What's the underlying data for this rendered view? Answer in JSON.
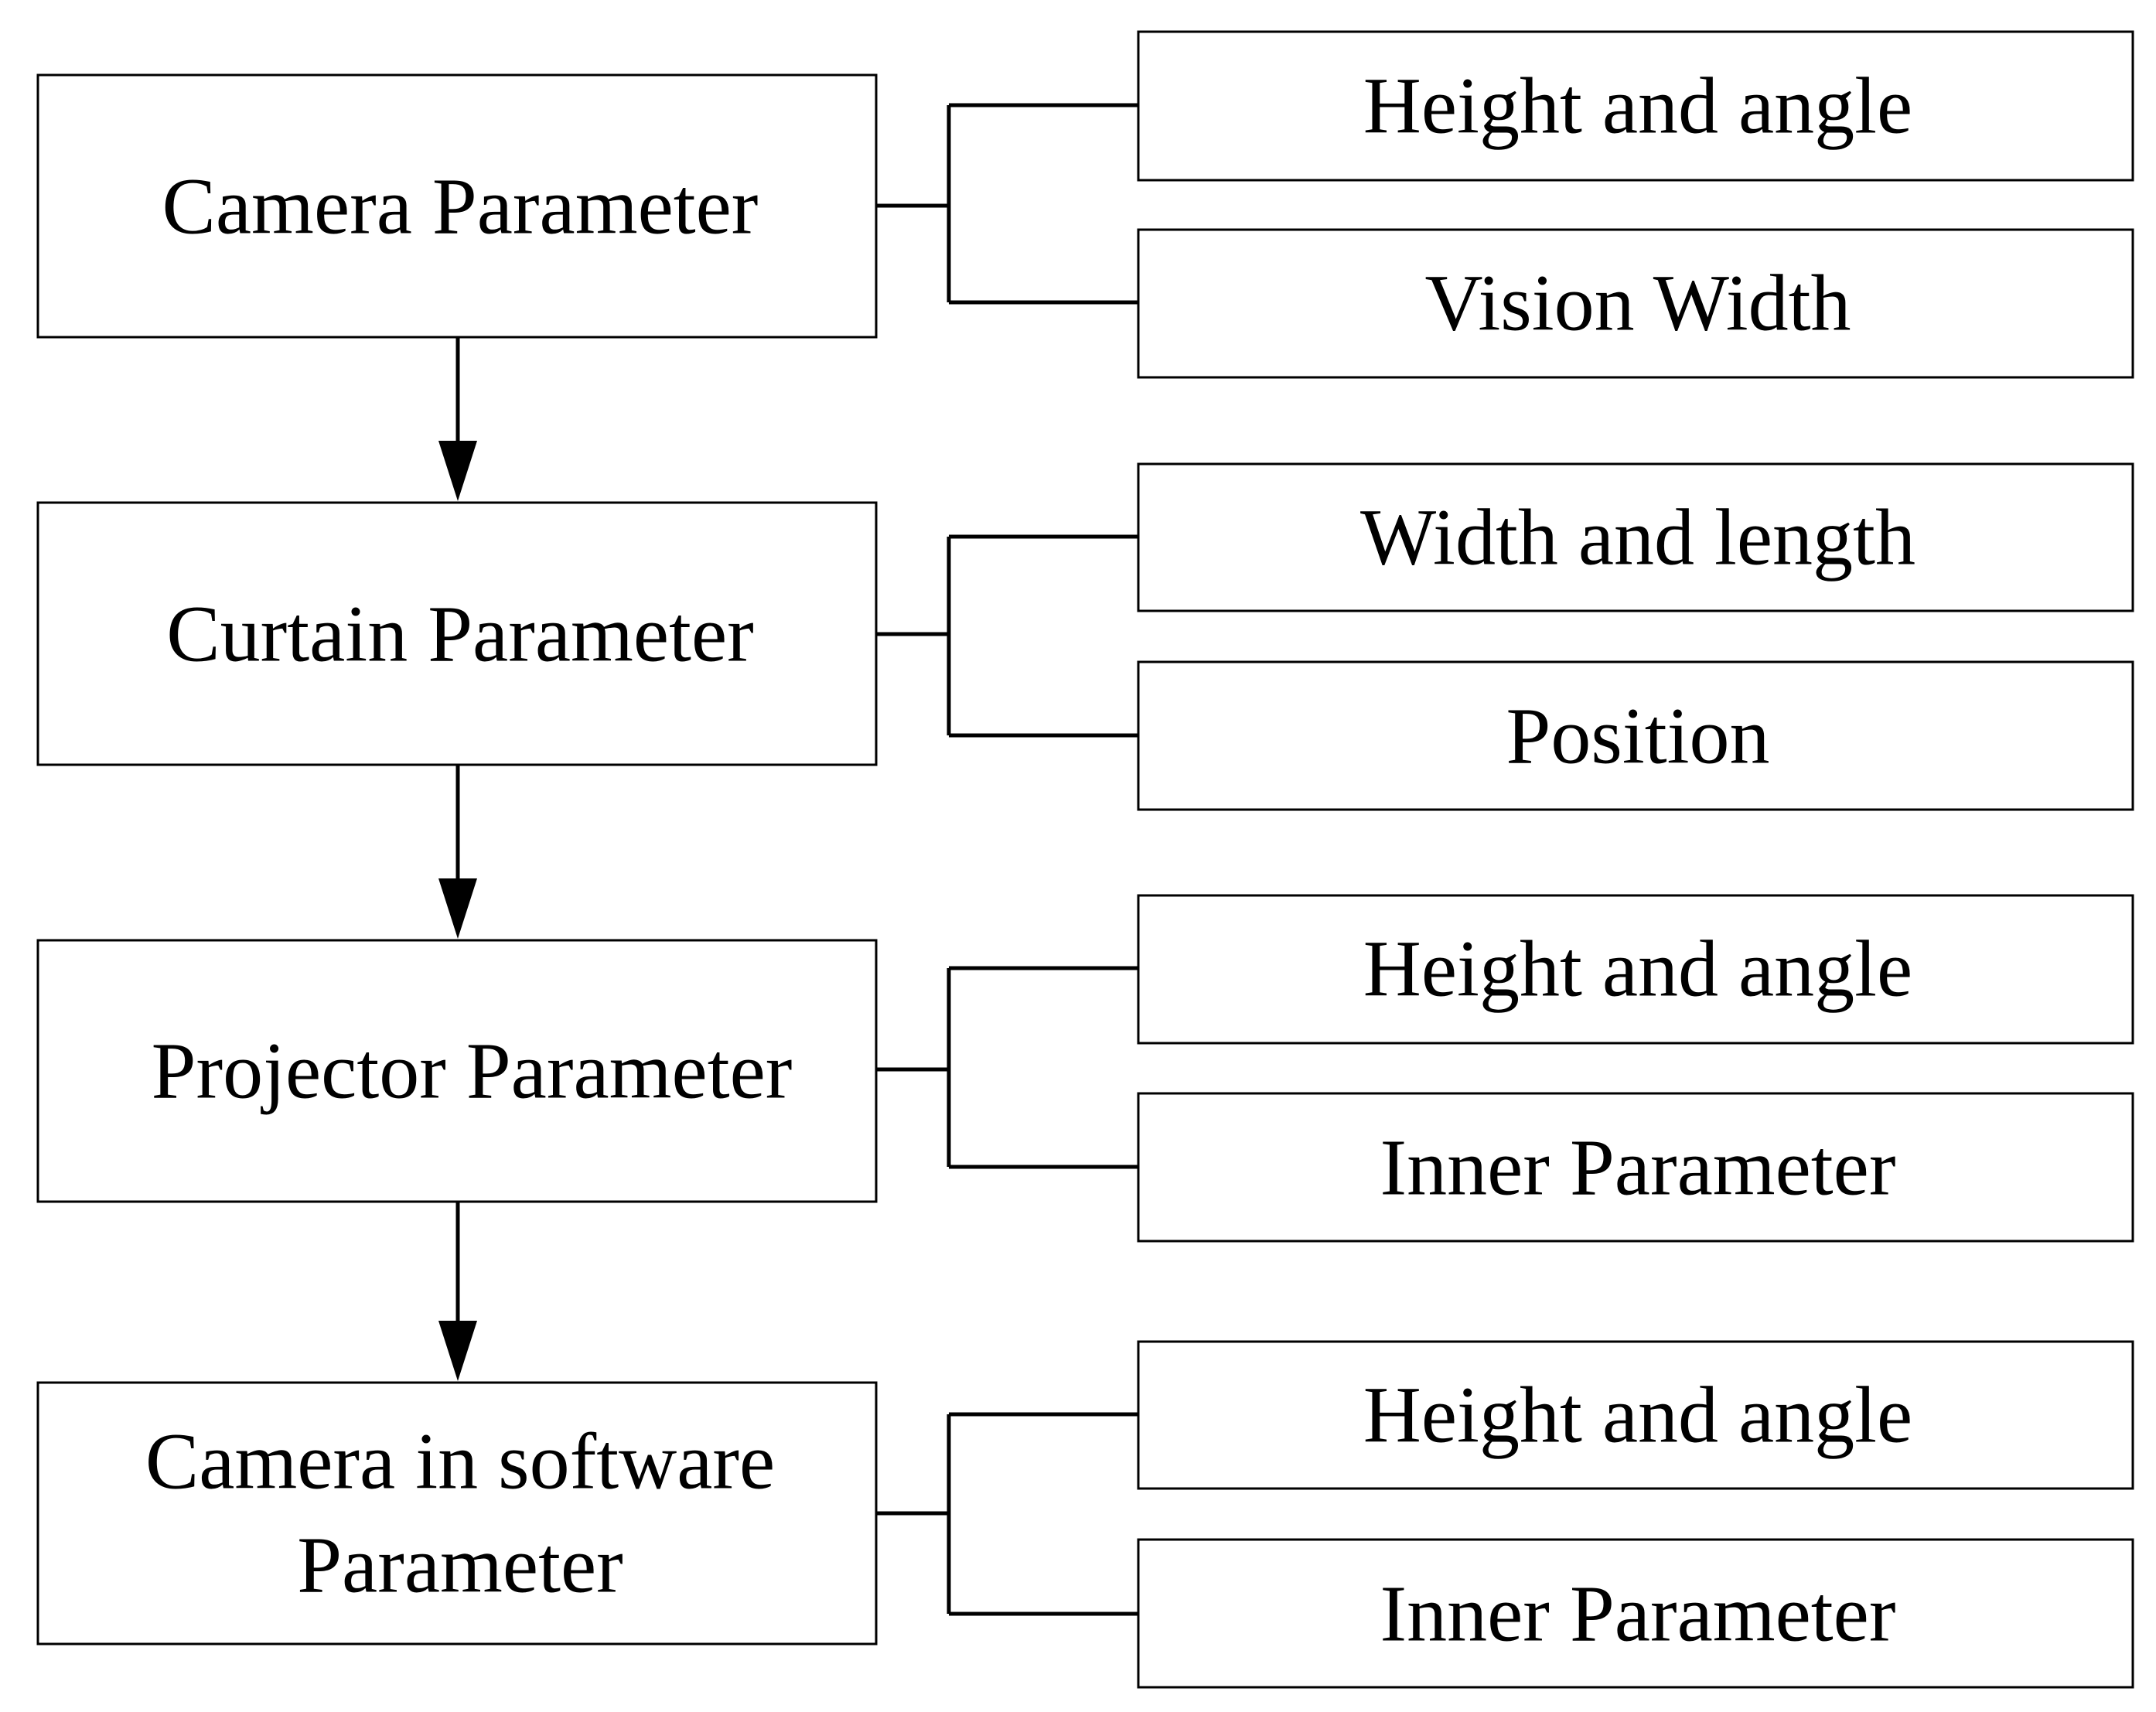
{
  "diagram": {
    "stages": [
      {
        "label_lines": [
          "Camera Parameter"
        ],
        "children": [
          "Height and angle",
          "Vision Width"
        ]
      },
      {
        "label_lines": [
          "Curtain Parameter"
        ],
        "children": [
          "Width and length",
          "Position"
        ]
      },
      {
        "label_lines": [
          "Projector Parameter"
        ],
        "children": [
          "Height and angle",
          "Inner Parameter"
        ]
      },
      {
        "label_lines": [
          "Camera in software",
          "Parameter"
        ],
        "children": [
          "Height and angle",
          "Inner Parameter"
        ]
      }
    ]
  }
}
